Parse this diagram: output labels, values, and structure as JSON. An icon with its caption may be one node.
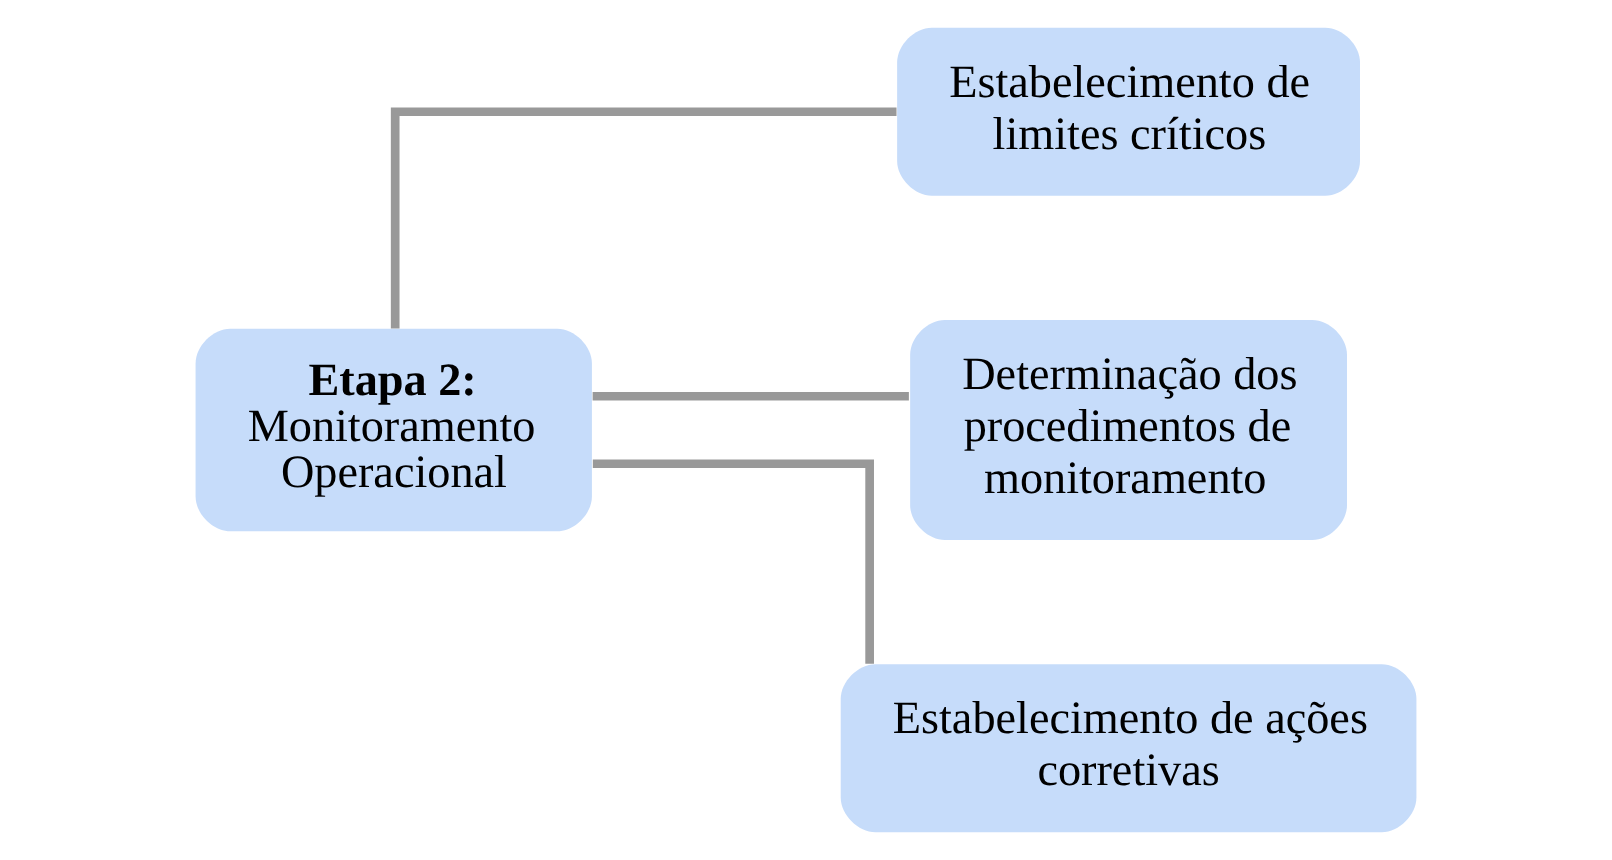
{
  "diagram": {
    "nodes": [
      {
        "text": [
          "Etapa 2:",
          "Monitoramento Operacional"
        ]
      },
      {
        "text": [
          "Estabelecimento de limites críticos"
        ]
      },
      {
        "text": [
          "Determinação dos procedimentos de monitoramento"
        ]
      },
      {
        "text": [
          "Estabelecimento de ações corretivas"
        ]
      }
    ],
    "edges": [
      {
        "from": 0,
        "to": 1,
        "arrow": "none"
      },
      {
        "from": 0,
        "to": 2,
        "arrow": "none"
      },
      {
        "from": 0,
        "to": 3,
        "arrow": "none"
      }
    ]
  }
}
